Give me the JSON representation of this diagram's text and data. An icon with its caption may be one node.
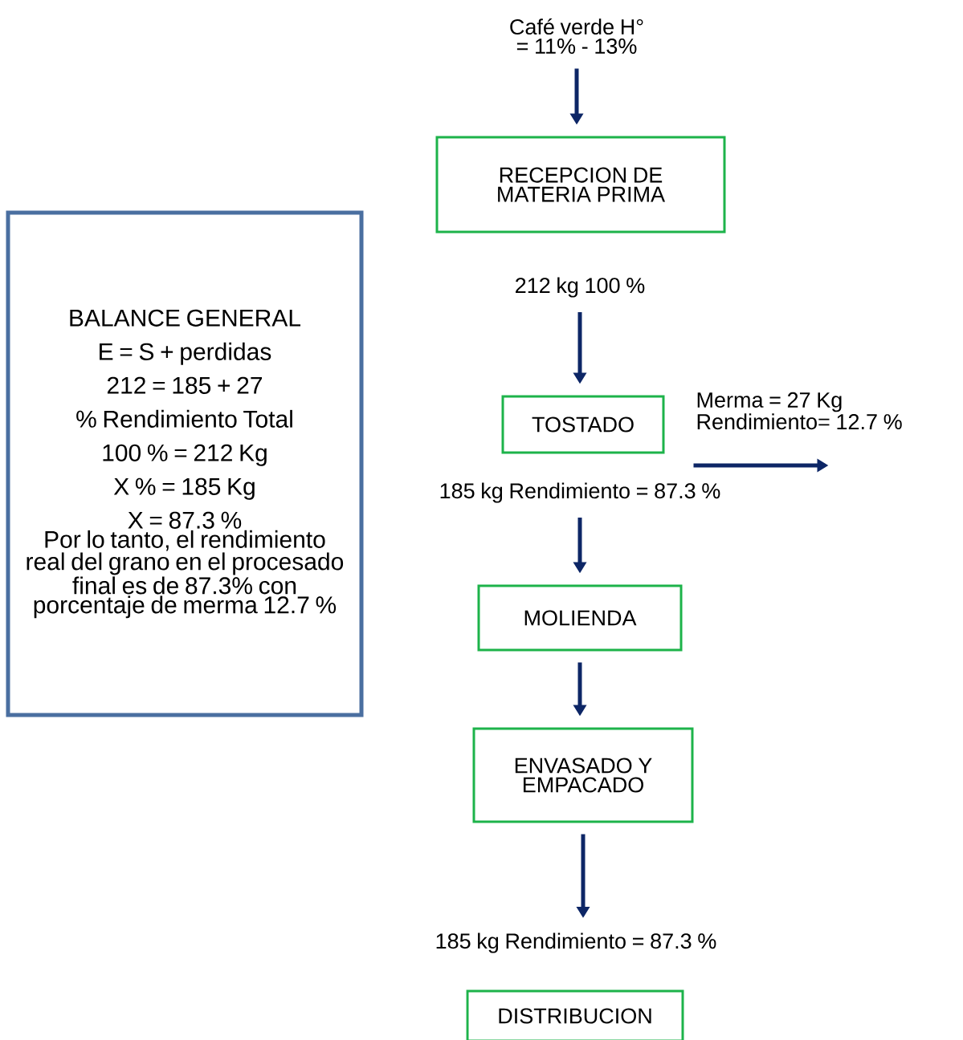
{
  "diagram": {
    "nodes": [
      {
        "text": [
          "Café verde H° = 11% - 13%"
        ]
      },
      {
        "text": [
          "RECEPCION DE MATERIA PRIMA"
        ]
      },
      {
        "text": [
          "212 kg 100 %"
        ]
      },
      {
        "text": [
          "TOSTADO"
        ]
      },
      {
        "text": [
          "185 kg Rendimiento = 87.3 %"
        ]
      },
      {
        "text": [
          "MOLIENDA"
        ]
      },
      {
        "text": [
          "ENVASADO Y EMPACADO"
        ]
      },
      {
        "text": [
          "185 kg Rendimiento = 87.3 %"
        ]
      },
      {
        "text": [
          "DISTRIBUCION"
        ]
      },
      {
        "text": [
          "BALANCE GENERAL",
          "E = S + perdidas",
          "212 = 185 + 27",
          "% Rendimiento Total",
          "100 % = 212 Kg",
          "X % = 185 Kg",
          "X = 87.3 %",
          "Por lo tanto, el rendimiento real del grano en el procesado final es de 87.3% con porcentaje de merma 12.7 %"
        ]
      }
    ],
    "edges": [
      {
        "from": 0,
        "to": 1,
        "arrow": "to"
      },
      {
        "from": 2,
        "to": 3,
        "arrow": "to"
      },
      {
        "from": 4,
        "to": 5,
        "arrow": "to"
      },
      {
        "from": 5,
        "to": 6,
        "arrow": "to"
      },
      {
        "from": 6,
        "to": 7,
        "arrow": "to"
      },
      {
        "from": 3,
        "to": null,
        "arrow": "to",
        "label": "Merma = 27 Kg Rendimiento= 12.7 %"
      }
    ]
  }
}
